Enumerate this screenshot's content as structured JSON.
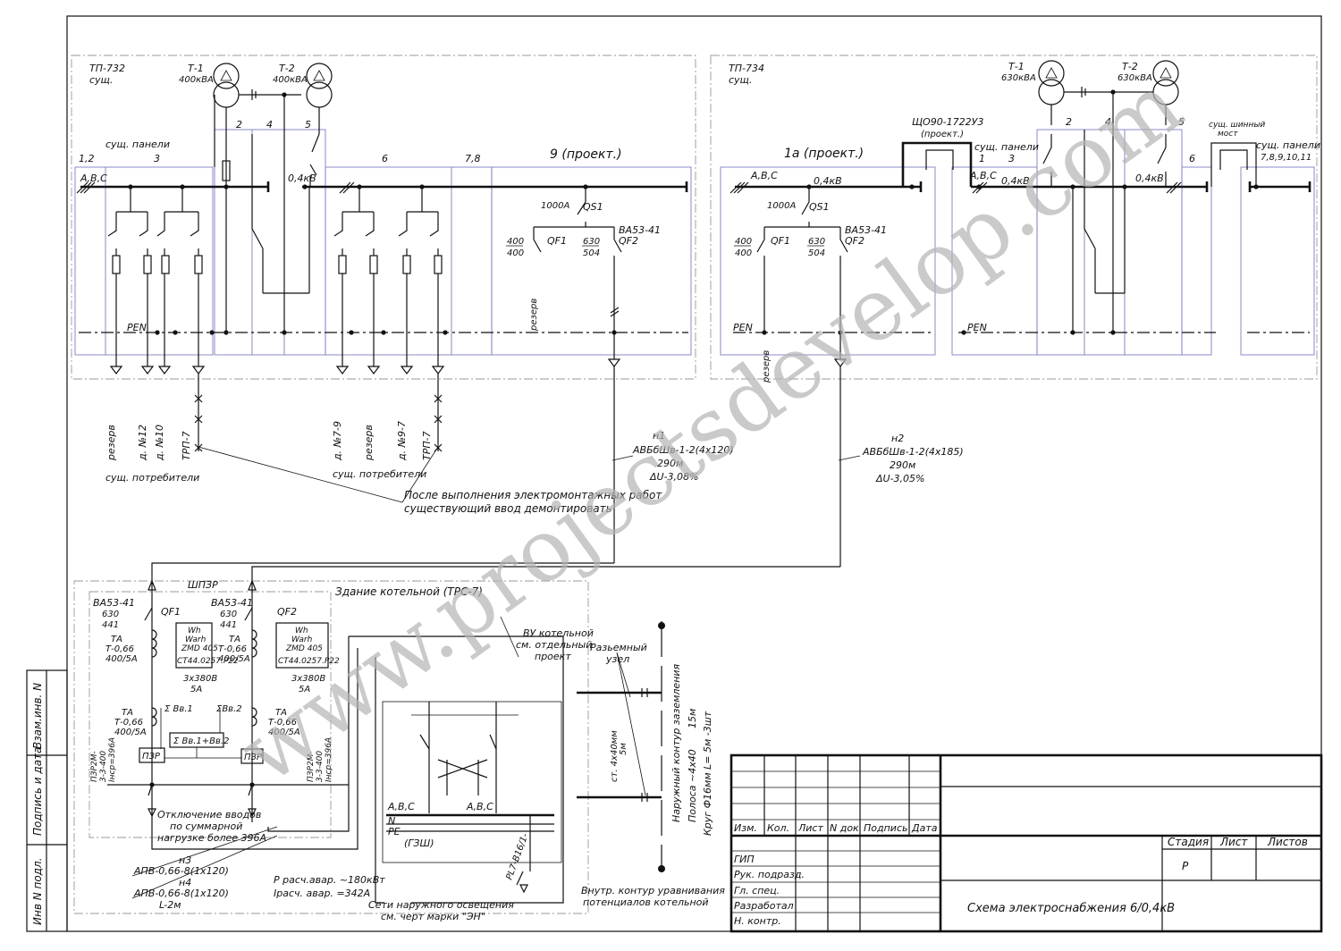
{
  "stamp": {
    "header": {
      "izm": "Изм.",
      "kol": "Кол.",
      "list": "Лист",
      "ndok": "N док",
      "podpis": "Подпись",
      "data": "Дата"
    },
    "roles": [
      "ГИП",
      "Рук. подразд.",
      "Гл. спец.",
      "Разработал",
      "Н. контр."
    ],
    "stage_label": "Стадия",
    "sheet_label": "Лист",
    "sheets_label": "Листов",
    "stage_value": "Р",
    "title": "Схема электроснабжения 6/0,4кВ"
  },
  "side_stamp": [
    "Инв N подл.",
    "Подпись и дата",
    "Взам.инв. N"
  ],
  "tp732": {
    "name": "ТП-732",
    "status": "сущ.",
    "t1_name": "Т-1",
    "t1_power": "400кВА",
    "t2_name": "Т-2",
    "t2_power": "400кВА",
    "panels": [
      "1,2",
      "3",
      "2",
      "4",
      "5",
      "6",
      "7,8"
    ],
    "panels_label": "сущ. панели",
    "new_panel": "9 (проект.)",
    "abc": "А,В,С",
    "voltage": "0,4кВ",
    "pen": "PEN",
    "qs1_rating": "1000А",
    "qs1": "QS1",
    "qf1_num": "400",
    "qf1_den": "400",
    "qf1": "QF1",
    "qf2_num": "630",
    "qf2_den": "504",
    "qf2": "QF2",
    "breaker_type": "ВА53-41",
    "reserve": "резерв",
    "feeders_left": [
      "резерв",
      "д. №12",
      "д. №10",
      "ТРП-7"
    ],
    "feeders_right": [
      "д. №7-9",
      "резерв",
      "д. №9-7",
      "ТРП-7"
    ],
    "consumers": "сущ. потребители"
  },
  "tp734": {
    "name": "ТП-734",
    "status": "сущ.",
    "t1_name": "Т-1",
    "t1_power": "630кВА",
    "t2_name": "Т-2",
    "t2_power": "630кВА",
    "new_panel": "1а (проект.)",
    "cabinet": "ЩО90-1722У3",
    "cabinet_note": "(проект.)",
    "panels_label": "сущ. панели",
    "panels": [
      "1",
      "3",
      "2",
      "4",
      "5",
      "6"
    ],
    "busbar": "сущ. шинный",
    "busbar2": "мост",
    "panels_label2": "сущ. панели",
    "panels_right": "7,8,9,10,11",
    "abc": "А,В,С",
    "voltage": "0,4кВ",
    "pen": "PEN",
    "qs1_rating": "1000А",
    "qs1": "QS1",
    "qf1_num": "400",
    "qf1_den": "400",
    "qf1": "QF1",
    "qf2_num": "630",
    "qf2_den": "504",
    "qf2": "QF2",
    "breaker_type": "ВА53-41",
    "reserve": "резерв"
  },
  "cables": {
    "n1": "н1",
    "n1_type": "АВБбШв-1-2(4х120)",
    "n1_len": "290м",
    "n1_du": "ΔU-3,08%",
    "n2": "н2",
    "n2_type": "АВБбШв-1-2(4х185)",
    "n2_len": "290м",
    "n2_du": "ΔU-3,05%",
    "n3": "н3",
    "n3_type": "АПВ-0,66-8(1х120)",
    "n4": "н4",
    "n4_type": "АПВ-0,66-8(1х120)",
    "n4_len": "L-2м"
  },
  "note1": "После выполнения электромонтажных работ",
  "note2": "существующий ввод демонтировать",
  "boiler": {
    "shpzr": "ШПЗР",
    "building": "Здание котельной (ТРС-7)",
    "breaker_type": "ВА53-41",
    "qf1": "QF1",
    "qf2": "QF2",
    "br_num": "630",
    "br_den": "441",
    "ta": "ТА",
    "ta_type": "Т-0,66",
    "ta_ratio": "400/5А",
    "meter1": "Wh",
    "meter2": "Warh",
    "meter3": "ZMD 405",
    "meter4": "CT44.0257.P22",
    "meter_v": "3х380В",
    "meter_a": "5А",
    "sum1": "Σ Вв.1",
    "sum2": "ΣВв.2",
    "sum12": "Σ Вв.1+Вв.2",
    "pzr": "ПЗР",
    "pzr_type": "ПЗР2М-",
    "pzr_type2": "3-3-400",
    "pzr_type3": "Iнср=396А",
    "disc1": "Отключение вводов",
    "disc2": "по суммарной",
    "disc3": "нагрузке более 396А",
    "vu1": "ВУ котельной",
    "vu2": "см. отдельный",
    "vu3": "проект",
    "abc": "А,В,С",
    "n": "N",
    "pe": "PE",
    "gzsh": "(ГЗШ)",
    "pl7": "PL7-В16/1-",
    "p_calc": "Р расч.авар. ~180кВт",
    "i_calc": "Iрасч. авар. =342А",
    "outdoor1": "Сети наружного освещения",
    "outdoor2": "см. черт марки \"ЭН\"",
    "inner1": "Внутр. контур уравнивания",
    "inner2": "потенциалов котельной",
    "split1": "Разьемный",
    "split2": "узел",
    "strip": "ст. 4х40мм",
    "strip2": "5м",
    "ground1": "Наружный контур заземления",
    "ground2": "Полоса ~4х40",
    "ground2b": "15м",
    "ground3": "Круг Ф16мм  L= 5м -3шт"
  },
  "watermark": "www.projectsdevelop.com"
}
